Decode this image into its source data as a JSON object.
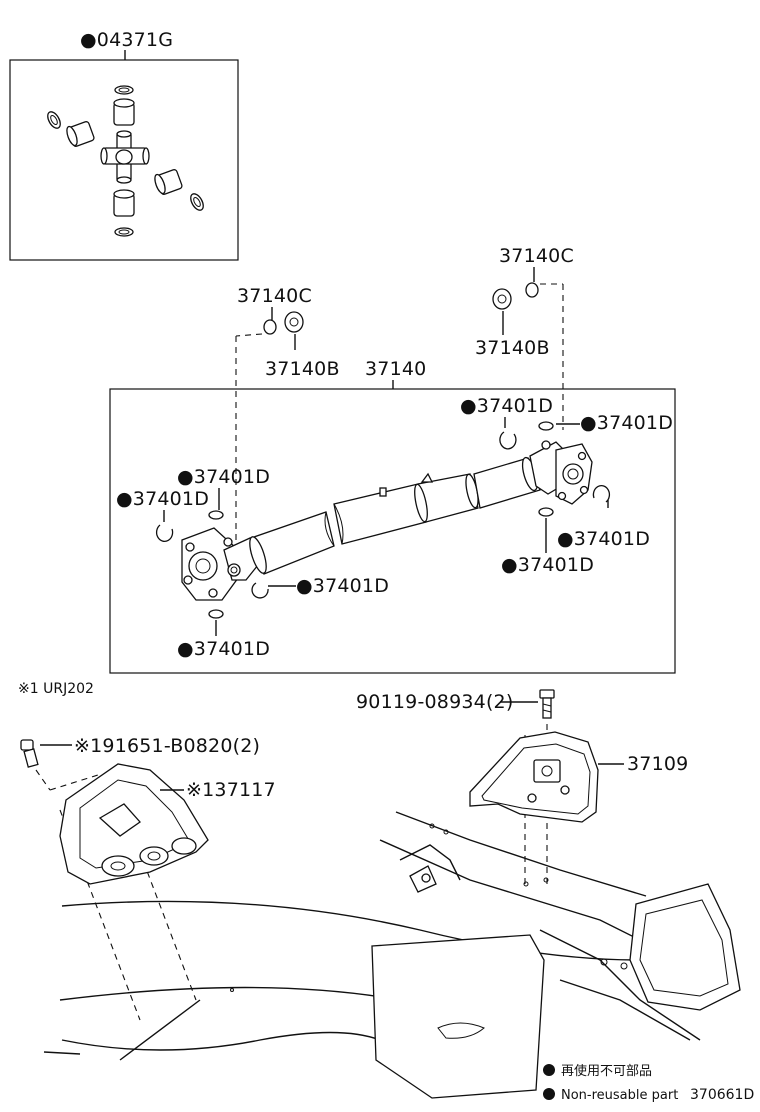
{
  "labels": {
    "kit": "●04371G",
    "c37140C_left": "37140C",
    "c37140B_left": "37140B",
    "c37140": "37140",
    "c37140C_right": "37140C",
    "c37140B_right": "37140B",
    "d_top_mid": "●37401D",
    "d_top_right": "●37401D",
    "d_left_1": "●37401D",
    "d_left_2": "●37401D",
    "d_bottom_mid": "●37401D",
    "d_right_1": "●37401D",
    "d_right_2": "●37401D",
    "d_bottom_left": "●37401D",
    "note_urj": "※1 URJ202",
    "bolt_90119": "90119-08934(2)",
    "c37109": "37109",
    "bolt_91651": "※191651-B0820(2)",
    "c37117": "※137117",
    "legend_jp": "再使用不可部品",
    "legend_en": "Non-reusable part",
    "code": "370661D"
  }
}
